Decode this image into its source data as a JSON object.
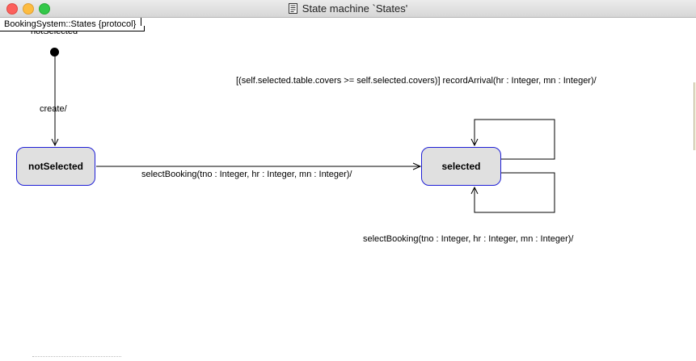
{
  "window": {
    "title": "State machine `States'"
  },
  "diagram": {
    "frame_label": "BookingSystem::States {protocol}",
    "initial_label": "notSelected",
    "states": {
      "not_selected": "notSelected",
      "selected": "selected"
    },
    "transitions": {
      "create": "create/",
      "select_to_selected": "selectBooking(tno : Integer, hr : Integer, mn : Integer)/",
      "record_arrival": "[(self.selected.table.covers >= self.selected.covers)] recordArrival(hr : Integer, mn : Integer)/",
      "select_self": "selectBooking(tno : Integer, hr : Integer, mn : Integer)/"
    }
  },
  "colors": {
    "state_fill": "#e0e0e0",
    "state_border": "#1f1fd6"
  }
}
